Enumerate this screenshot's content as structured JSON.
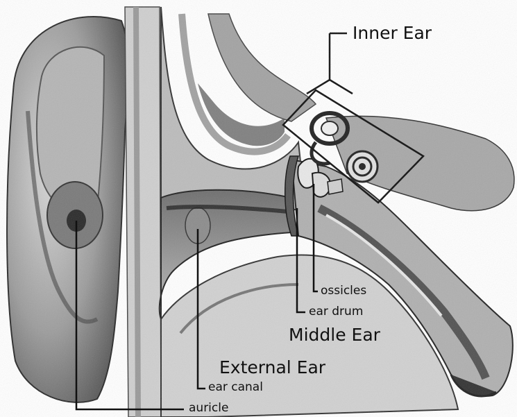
{
  "labels": {
    "inner_ear": "Inner Ear",
    "ossicles": "ossicles",
    "ear_drum": "ear drum",
    "middle_ear": "Middle Ear",
    "external_ear": "External Ear",
    "ear_canal": "ear canal",
    "auricle": "auricle"
  },
  "colors": {
    "ink": "#111111",
    "shade_dark": "#3a3a3a",
    "shade_mid": "#8a8a8a",
    "shade_light": "#c9c9c9",
    "background": "#ffffff"
  }
}
